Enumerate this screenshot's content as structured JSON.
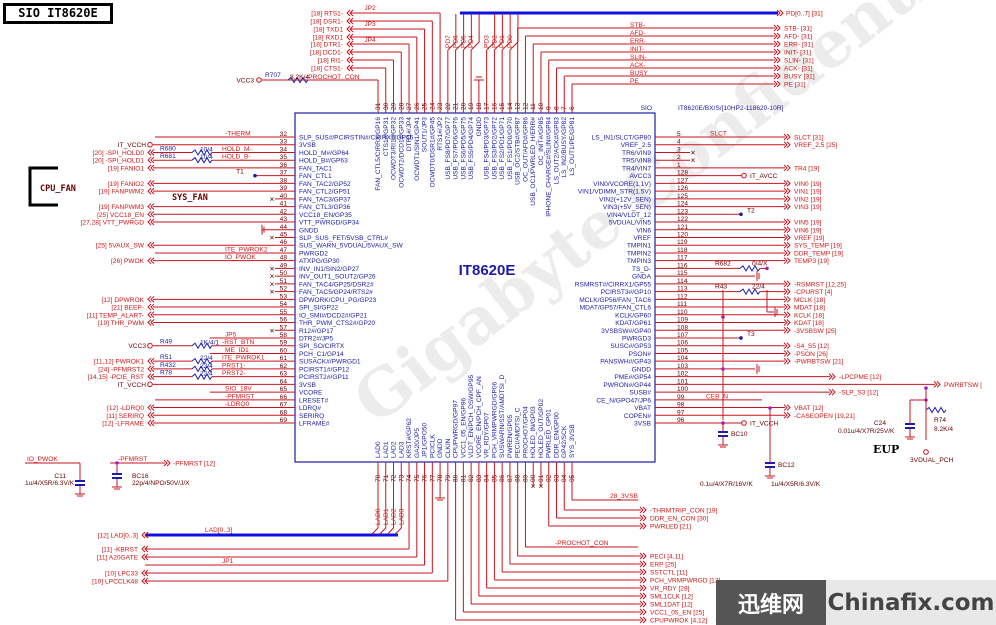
{
  "title": "SIO IT8620E",
  "chip": {
    "name": "IT8620E",
    "ref": "SIO",
    "part": "IT8620E/BX/S/[10HP2-118620-10R]"
  },
  "labels": {
    "cpu_fan": "CPU_FAN",
    "sys_fan": "SYS_FAN",
    "eup": "EUP"
  },
  "watermark": "Gigabyte Confidential Do not Copy",
  "logo": {
    "cn": "迅维网",
    "en": "Chinafix.com"
  },
  "colors": {
    "net": "#d01818",
    "chip": "#1c1ca8",
    "bus": "#1010e0"
  },
  "left_pins": [
    {
      "num": "32",
      "name": "SLP_SUS#/PCIRSTIN#/CIRRX2/GP66",
      "net": "-THERM"
    },
    {
      "num": "33",
      "name": "3VSB",
      "ext": "IT_VCCH",
      "pwr": true
    },
    {
      "num": "34",
      "name": "HOLD_M#/GP64",
      "net": "HOLD_M-",
      "ext": "[20]  -SPI_HOLD0",
      "res": "R680",
      "val": "10/4"
    },
    {
      "num": "35",
      "name": "HOLD_B#/GP63",
      "net": "HOLD_B-",
      "ext": "[20]  -SPI_HOLD1",
      "res": "R681",
      "val": "10/4"
    },
    {
      "num": "36",
      "name": "FAN_TAC1",
      "ext": "[19]  FANIO1"
    },
    {
      "num": "37",
      "name": "FAN_CTL1",
      "tp": "T1"
    },
    {
      "num": "38",
      "name": "FAN_TAC2/GP52",
      "ext": "[19]  FANIO2"
    },
    {
      "num": "39",
      "name": "FAN_CTL2/GP51",
      "ext": "[19]  FANPWM2"
    },
    {
      "num": "40",
      "name": "FAN_TAC3/GP37",
      "nc": true
    },
    {
      "num": "41",
      "name": "FAN_CTL3/GP36",
      "ext": "[19]  FANPWM3"
    },
    {
      "num": "42",
      "name": "VCC18_EN/GP35",
      "ext": "[25]  VCC18_EN"
    },
    {
      "num": "43",
      "name": "VTT_PWRGD/GP34",
      "ext": "[27,28]  VTT_PWRGD"
    },
    {
      "num": "44",
      "name": "GNDD",
      "gnd": true
    },
    {
      "num": "45",
      "name": "SLP_SUS_FET/5VSB_CTRL#",
      "nc": true
    },
    {
      "num": "46",
      "name": "SUS_WARN_5VDUAL/5VAUX_SW",
      "ext": "[25]  5VAUX_SW"
    },
    {
      "num": "47",
      "name": "PWRGD2",
      "net": "ITE_PWROK2"
    },
    {
      "num": "48",
      "name": "ATXPG/GP30",
      "net": "IO_PWOK",
      "ext": "[26]  PWOK"
    },
    {
      "num": "49",
      "name": "INV_IN1/SIN2/GP27",
      "nc": true
    },
    {
      "num": "50",
      "name": "INV_OUT1_SOUT2/GP26",
      "nc": true
    },
    {
      "num": "51",
      "name": "FAN_TAC4/GP25/DSR2#",
      "nc": true
    },
    {
      "num": "52",
      "name": "FAN_TAC5/GP24/RTS2#",
      "nc": true
    },
    {
      "num": "53",
      "name": "DPWORK/CPU_PG/GP23",
      "ext": "[12]  DPWROK"
    },
    {
      "num": "54",
      "name": "SPI_SI/GP22",
      "ext": "[21]  BEEP-"
    },
    {
      "num": "55",
      "name": "IO_SMI#/DCD2#/GP21",
      "ext": "[11]  TEMP_ALART-"
    },
    {
      "num": "56",
      "name": "THR_PWM_CTS2#/GP20",
      "ext": "[19]  THR_PWM"
    },
    {
      "num": "57",
      "name": "R12#/GP17",
      "nc": true
    },
    {
      "num": "58",
      "name": "DTR2#/JP5",
      "net": "JP5"
    },
    {
      "num": "59",
      "name": "SPI_SO/CIRTX",
      "net": "-RST_BTN",
      "ext": "VCC3",
      "pwr": true,
      "res": "R49",
      "val": "1K/4/1"
    },
    {
      "num": "60",
      "name": "PCH_C1/GP14",
      "net": "ME_ID1"
    },
    {
      "num": "61",
      "name": "SUSACK#/PWRGD1",
      "net": "ITE_PWROK1",
      "ext": "[11,12]  PWROK1",
      "res": "R51",
      "val": "22/4"
    },
    {
      "num": "62",
      "name": "PCIRST1#/GP12",
      "net": "PRST1-",
      "ext": "[24]  -PFMRST2",
      "res": "R432",
      "val": "22/4"
    },
    {
      "num": "63",
      "name": "PCIRST2#/GP11",
      "net": "PRST2-",
      "ext": "[14,15]  -PCIE_RST",
      "res": "R78",
      "val": "22/4"
    },
    {
      "num": "64",
      "name": "3VSB",
      "ext": "IT_VCCH",
      "pwr": true
    },
    {
      "num": "65",
      "name": "VCORE",
      "net": "SIO_18V"
    },
    {
      "num": "66",
      "name": "LRESET#",
      "net": "-PFMRST"
    },
    {
      "num": "67",
      "name": "LDRQ#",
      "net": "-LDRQ0",
      "ext": "[12]  -LDRQ0"
    },
    {
      "num": "68",
      "name": "SERIRQ",
      "ext": "[11]  SERIRQ"
    },
    {
      "num": "69",
      "name": "LFRAME#",
      "ext": "[12]  -LFRAME"
    }
  ],
  "right_pins": [
    {
      "num": "5",
      "name": "LS_IN1/SLCT/GP80",
      "net": "SLCT",
      "ext": "SLCT  [31]"
    },
    {
      "num": "4",
      "name": "VREF_2.5",
      "ext": "VREF_2.5  [25]"
    },
    {
      "num": "3",
      "name": "TR6/VIN9",
      "nc": true
    },
    {
      "num": "2",
      "name": "TR5/VIN8",
      "nc": true
    },
    {
      "num": "1",
      "name": "TR4/VIN7",
      "ext": "TR4  [19]"
    },
    {
      "num": "128",
      "name": "AVCC3",
      "pwr": "IT_AVCC"
    },
    {
      "num": "127",
      "name": "VIN0/VCORE(1.1V)",
      "ext": "VIN0  [19]"
    },
    {
      "num": "126",
      "name": "VIN1/VDIMM_STR(1.5V)",
      "ext": "VIN1  [19]"
    },
    {
      "num": "125",
      "name": "VIN2(+12V_SEN)",
      "ext": "VIN2  [19]"
    },
    {
      "num": "124",
      "name": "VIN3(+5V_SEN)",
      "ext": "VIN3  [19]"
    },
    {
      "num": "123",
      "name": "VIN4/VLDT_12",
      "tp": "T2"
    },
    {
      "num": "122",
      "name": "5VDUAL/VIN5",
      "ext": "VIN5  [19]"
    },
    {
      "num": "121",
      "name": "VIN6",
      "ext": "VIN6  [19]"
    },
    {
      "num": "120",
      "name": "VREF",
      "ext": "VREF  [19]"
    },
    {
      "num": "119",
      "name": "TMPIN1",
      "ext": "SYS_TEMP  [19]"
    },
    {
      "num": "118",
      "name": "TMPIN2",
      "ext": "DDR_TEMP  [19]"
    },
    {
      "num": "117",
      "name": "TMPIN3",
      "ext": "TEMP3  [19]"
    },
    {
      "num": "116",
      "name": "TS_D-",
      "res": "R682",
      "val": "0/4/X"
    },
    {
      "num": "115",
      "name": "GNDA",
      "gnd": true
    },
    {
      "num": "114",
      "name": "RSMRST#/CIRRX1/GP55",
      "ext": "-RSMRST  [12,25]"
    },
    {
      "num": "113",
      "name": "PCIRST3#/GP10",
      "ext": "-CPURST  [4]",
      "res": "R43",
      "val": "22/4"
    },
    {
      "num": "112",
      "name": "MCLK/GP56/FAN_TAC6",
      "ext": "MCLK  [18]"
    },
    {
      "num": "111",
      "name": "MDAT/GP57/FAN_CTL6",
      "ext": "MDAT  [18]"
    },
    {
      "num": "110",
      "name": "KCLK/GP60",
      "ext": "KCLK  [18]"
    },
    {
      "num": "109",
      "name": "KDAT/GP61",
      "ext": "KDAT  [18]"
    },
    {
      "num": "108",
      "name": "3VSBSW#/GP40",
      "ext": "-3VSBSW  [25]"
    },
    {
      "num": "107",
      "name": "PWRGD3",
      "tp": "T3"
    },
    {
      "num": "106",
      "name": "SUSC#/GP53",
      "ext": "-S4_S5  [12]"
    },
    {
      "num": "105",
      "name": "PSON#",
      "ext": "-PSON  [26]"
    },
    {
      "num": "104",
      "name": "PANSWH#/GP43",
      "ext": "-PWRBTSW  [21]"
    },
    {
      "num": "103",
      "name": "GNDD",
      "gnd": true
    },
    {
      "num": "102",
      "name": "PME#/GP54",
      "ext": "-LPCPME  [12]",
      "far": true
    },
    {
      "num": "101",
      "name": "PWRON#/GP44",
      "ext": "PWRBTSW  [",
      "far2": true
    },
    {
      "num": "100",
      "name": "SUSB#",
      "ext": "-SLP_S3  [12]",
      "far": true
    },
    {
      "num": "99",
      "name": "CE_N/GPO47/JP6",
      "net": "CEB_N"
    },
    {
      "num": "98",
      "name": "VBAT",
      "ext": "VBAT  [12]"
    },
    {
      "num": "97",
      "name": "COPEN#",
      "ext": "-CASEOPEN  [19,21]"
    },
    {
      "num": "96",
      "name": "3VSB",
      "pwr": "IT_VCCH"
    }
  ],
  "top_pins": [
    {
      "num": "31",
      "name": "FAN_CTL5/CIRRX/GP16",
      "ext": "-PROCHOT_CON"
    },
    {
      "num": "30",
      "name": "CTS1#/GP31",
      "ext": "[18]  CTS1-"
    },
    {
      "num": "29",
      "name": "OCWDT3/RI1#/GP32",
      "ext": "[18]  RI1-"
    },
    {
      "num": "28",
      "name": "OCWDT2/DCD1#/GP33",
      "ext": "[18]  DCD1-"
    },
    {
      "num": "27",
      "name": "DTR1#/JP4",
      "ext": "[18]  DTR1-"
    },
    {
      "num": "26",
      "name": "OCWDT1/SIN1/GP41",
      "ext": "[18]  RXD1"
    },
    {
      "num": "25",
      "name": "SOUT1/JP3",
      "ext": "[18]  TXD1"
    },
    {
      "num": "24",
      "name": "OCWDT0/DSR1#/GP45",
      "ext": "[18]  DSR1-"
    },
    {
      "num": "23",
      "name": "RTS1#/JP2",
      "ext": "[18]  RTS1-"
    },
    {
      "num": "22",
      "name": "USB_FS8/PD7/GP77",
      "bus": "PD7"
    },
    {
      "num": "21",
      "name": "USB_FS7/PD6/GP76",
      "bus": "PD6"
    },
    {
      "num": "20",
      "name": "USB_FS6/PD5/GP75",
      "bus": "PD5"
    },
    {
      "num": "19",
      "name": "USB_FS5/PD4/GP74",
      "bus": "PD4"
    },
    {
      "num": "18",
      "name": "GNDD",
      "gnd": true
    },
    {
      "num": "17",
      "name": "USB_FS4/PD3/GP73",
      "bus": "PD3"
    },
    {
      "num": "16",
      "name": "USB_FS3/PD2/GP72",
      "bus": "PD2"
    },
    {
      "num": "15",
      "name": "USB_FS2/PD1/GP71",
      "bus": "PD1"
    },
    {
      "num": "14",
      "name": "USB_FS1/PD0/GP70",
      "bus": "PD0"
    },
    {
      "num": "13",
      "name": "USB_OC2/STB#/GP87",
      "net": "STB-",
      "ext": "STB-  [31]"
    },
    {
      "num": "12",
      "name": "OC_OUT/AFD#/GP86",
      "net": "AFD-",
      "ext": "AFD-  [31]"
    },
    {
      "num": "11",
      "name": "USB_OC1/PWRLED_H/ERR#",
      "net": "ERR-",
      "ext": "ERR-  [31]"
    },
    {
      "num": "10",
      "name": "OC_INIT#/GP85",
      "net": "INIT-",
      "ext": "INIT-  [31]"
    },
    {
      "num": "9",
      "name": "IPHONE_CHARGE#/SLIN#/GP84",
      "net": "SLIN-",
      "ext": "SLIN-  [31]"
    },
    {
      "num": "8",
      "name": "LS_OUT2/ACK#/GP83",
      "net": "ACK-",
      "ext": "ACK-  [31]"
    },
    {
      "num": "7",
      "name": "LS_IN2/BUSY/GP82",
      "net": "BUSY",
      "ext": "BUSY  [31]"
    },
    {
      "num": "6",
      "name": "LS_OUT1/PE/GP81",
      "net": "PE",
      "ext": "PE  [31]"
    }
  ],
  "top_extra": {
    "jp2": "JP2",
    "jp3": "JP3",
    "jp4": "JP4",
    "r707": "R707",
    "r707_val": "8.2K/4",
    "vcc3": "VCC3",
    "pd_bus": "PD[0..7]  [31]"
  },
  "bottom_pins": [
    {
      "num": "70",
      "name": "LAD0",
      "bus": "LAD0"
    },
    {
      "num": "71",
      "name": "LAD1",
      "bus": "LAD1"
    },
    {
      "num": "72",
      "name": "LAD2",
      "bus": "LAD2"
    },
    {
      "num": "73",
      "name": "LAD3",
      "bus": "LAD3"
    },
    {
      "num": "74",
      "name": "KRST#/GP62",
      "ext": "[11]  -KBRST"
    },
    {
      "num": "75",
      "name": "GA20/JP5",
      "ext": "[11]  A20GATE"
    },
    {
      "num": "76",
      "name": "JP1/GPO50",
      "net": "JP1"
    },
    {
      "num": "77",
      "name": "PCICLK",
      "ext": "[10]  LPC33"
    },
    {
      "num": "78",
      "name": "GNDD",
      "gnd": true
    },
    {
      "num": "79",
      "name": "CLKIN",
      "ext": "[10]  LPCCLK48"
    },
    {
      "num": "80",
      "name": "CPUPWRGD/GP97",
      "ext": "CPUPWROK  [4,12]"
    },
    {
      "num": "81",
      "name": "VCC1_05_EN/GP96",
      "ext": "VCC1_05_EN  [25]"
    },
    {
      "num": "82",
      "name": "VLDT_EN/PCH_DSW/GP95",
      "ext": "SML1DAT  [12]"
    },
    {
      "num": "83",
      "name": "VCORE_EN/PCH_CPF_AN",
      "ext": "SML1CLK  [12]"
    },
    {
      "num": "84",
      "name": "VR_RDY/GP07",
      "ext": "VR_RDY  [28]"
    },
    {
      "num": "85",
      "name": "PCH_VRMPWRGD/GP06",
      "ext": "PCH_VRMPWRGD  [12]"
    },
    {
      "num": "86",
      "name": "SUSWARN/SST/AMDTSI_D",
      "ext": "SSTCTL  [11]"
    },
    {
      "num": "87",
      "name": "PWREN/GP05",
      "ext": "ERP  [25]"
    },
    {
      "num": "88",
      "name": "PECI/AMDTSI_C",
      "ext": "PECI  [4,11]"
    },
    {
      "num": "89",
      "name": "PROCHOT/GP04",
      "net": "-PROCHOT_CON"
    },
    {
      "num": "90",
      "name": "HOLED_IN/GP03",
      "nc": true
    },
    {
      "num": "91",
      "name": "HOLED_OUT/GP02",
      "nc": true
    },
    {
      "num": "92",
      "name": "PWRLED_GP01",
      "ext": "PWRLED  [21]"
    },
    {
      "num": "93",
      "name": "DDR_EN/GP00",
      "ext": "DDR_EN_CON  [30]"
    },
    {
      "num": "94",
      "name": "GP42/SCK",
      "ext": "-THRMTRIP_CON  [19]"
    },
    {
      "num": "95",
      "name": "SYS_3VSB",
      "net": "28_3VSB"
    }
  ],
  "bottom_extra": {
    "lad_bus": "[12]  LAD[0..3]",
    "lad_net": "LAD[0..3]"
  },
  "components": {
    "c11": {
      "ref": "C11",
      "val": "1u/4/X5R/6.3V/K",
      "net": "IO_PWOK"
    },
    "bc16": {
      "ref": "BC16",
      "val": "22p/4/NPO/50V/J/X",
      "net": "-PFMRST",
      "ext": "-PFMRST  [12]"
    },
    "bc10": {
      "ref": "BC10",
      "val": "0.1u/4/X7R/16V/K"
    },
    "bc12": {
      "ref": "BC12",
      "val": "1u/4/X5R/6.3V/K"
    },
    "c24": {
      "ref": "C24",
      "val": "0.01u/4/X7R/25V/K"
    },
    "r74": {
      "ref": "R74",
      "val": "8.2K/4"
    },
    "vdual": "3VDUAL_PCH"
  }
}
